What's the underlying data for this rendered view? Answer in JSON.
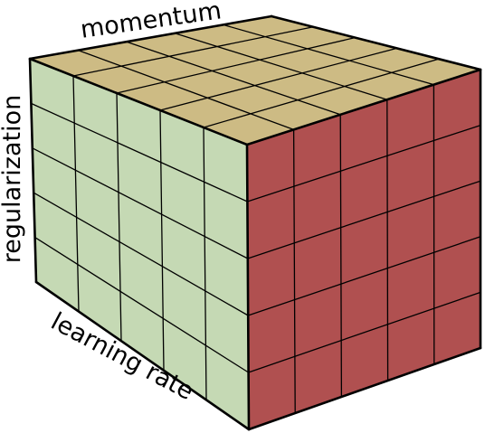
{
  "diagram": {
    "labels": {
      "top_axis": "momentum",
      "left_axis": "regularization",
      "bottom_axis": "learning rate"
    },
    "grid": {
      "divisions": 5
    },
    "colors": {
      "top_face": "#cdbb84",
      "left_face": "#c5d9b4",
      "right_face": "#b05050",
      "grid_line": "#000000",
      "edge": "#000000"
    }
  }
}
